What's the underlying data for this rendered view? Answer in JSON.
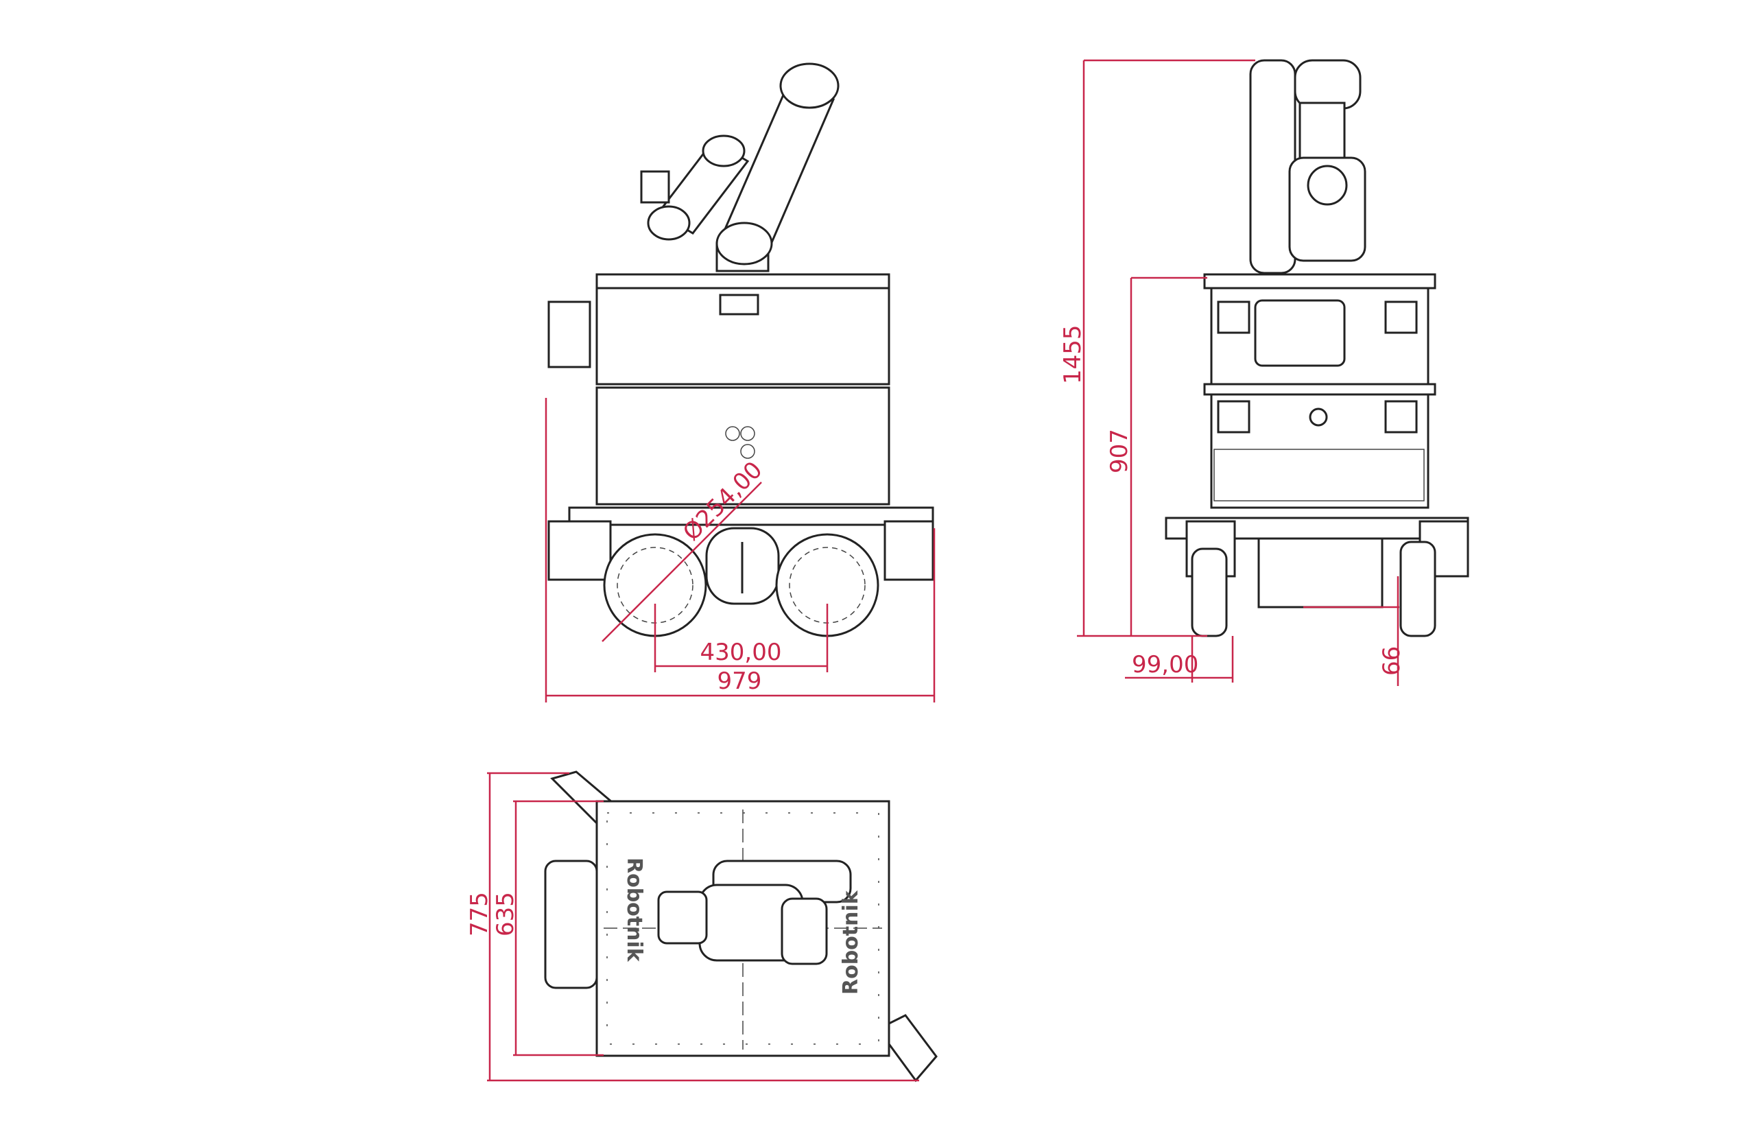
{
  "title": "Robot mobile manipulator dimension drawing",
  "colors": {
    "dimension": "#c8264a",
    "outline": "#222222"
  },
  "front_view": {
    "wheel_diameter": "Ø254,00",
    "wheel_spacing": "430,00",
    "overall_width": "979"
  },
  "side_view": {
    "overall_height": "1455",
    "base_height": "907",
    "wheel_offset": "99,00",
    "ground_clearance": "66"
  },
  "top_view": {
    "overall_length": "775",
    "base_length": "635",
    "logo_text": "Robotnik"
  }
}
